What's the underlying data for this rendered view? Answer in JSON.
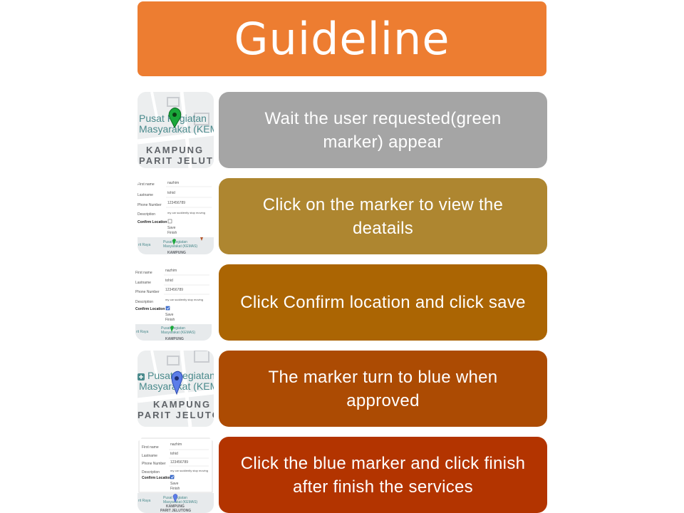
{
  "title": "Guideline",
  "colors": {
    "title_bg": "#ED7D31",
    "step_1": "#A5A5A5",
    "step_2": "#AE8630",
    "step_3": "#AB6503",
    "step_4": "#AC4B03",
    "step_5": "#B33400"
  },
  "steps": [
    {
      "text": "Wait the user requested(green marker) appear",
      "thumb": "map-green-marker"
    },
    {
      "text": "Click on the marker to view the deatails",
      "thumb": "details-form"
    },
    {
      "text": "Click Confirm location and click save",
      "thumb": "details-form-confirmed"
    },
    {
      "text": "The marker turn to blue when approved",
      "thumb": "map-blue-marker"
    },
    {
      "text": "Click the blue marker and click finish after finish the services",
      "thumb": "details-form-blue"
    }
  ],
  "map_labels": {
    "place_line1": "Pusat Kegiatan",
    "place_line2": "Masyarakat (KEMAS)",
    "area_line1": "KAMPUNG",
    "area_line2": "PARIT JELUTONG"
  },
  "form_labels": {
    "first_name": "First name",
    "lastname": "Lastname",
    "phone": "Phone Number",
    "description": "Description",
    "confirm": "Confirm Location ?",
    "save": "Save",
    "finish": "Finish",
    "first_name_value": "nazhim",
    "lastname_value": "tohid",
    "phone_value": "123456789",
    "description_value": "my car suddently stop moving",
    "left_place": "rit Raya",
    "place_line1": "Pusat Kegiatan",
    "place_line2": "Masyarakat (KEMAS)",
    "area": "KAMPUNG",
    "area2": "PARIT JELUTONG"
  }
}
